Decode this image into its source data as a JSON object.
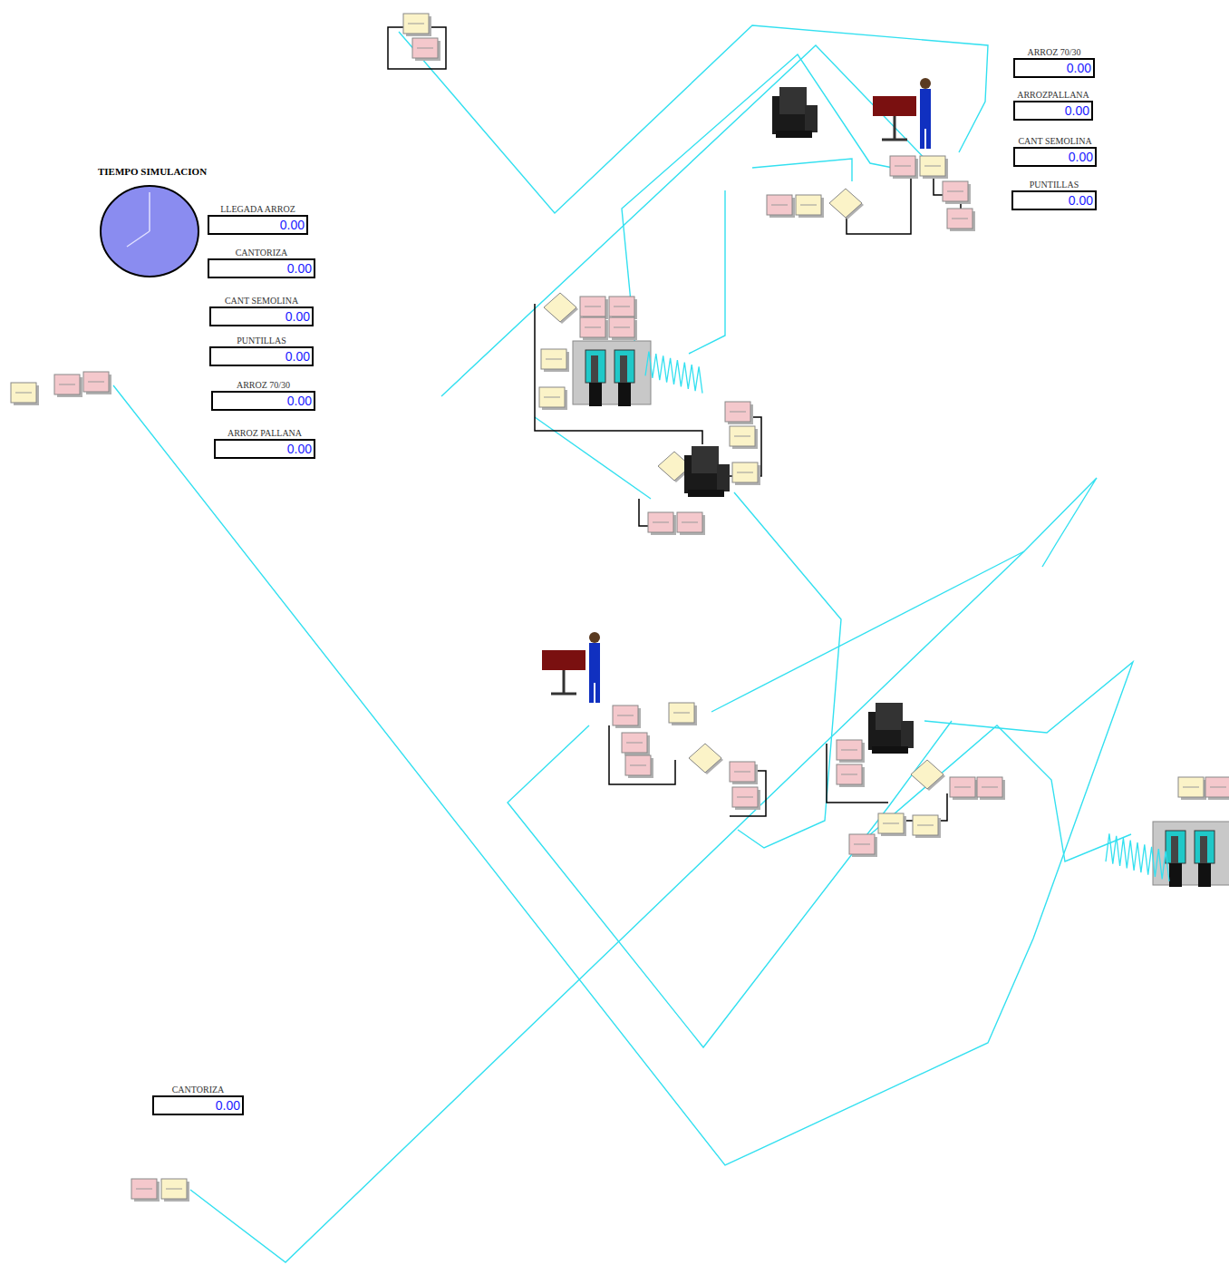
{
  "diagram": {
    "nodes": [
      {
        "text": [
          "LLEGADA ARROZ",
          "0.00"
        ]
      },
      {
        "text": [
          "CANTORIZA",
          "0.00"
        ]
      },
      {
        "text": [
          "CANT SEMOLINA",
          "0.00"
        ]
      },
      {
        "text": [
          "PUNTILLAS",
          "0.00"
        ]
      },
      {
        "text": [
          "ARROZ 70/30",
          "0.00"
        ]
      },
      {
        "text": [
          "ARROZ PALLANA",
          "0.00"
        ]
      },
      {
        "text": [
          "ARROZ 70/30",
          "0.00"
        ]
      },
      {
        "text": [
          "ARROZPALLANA",
          "0.00"
        ]
      },
      {
        "text": [
          "CANT SEMOLINA",
          "0.00"
        ]
      },
      {
        "text": [
          "PUNTILLAS",
          "0.00"
        ]
      },
      {
        "text": [
          "CANTORIZA",
          "0.00"
        ]
      }
    ],
    "labels": [
      "TIEMPO SIMULACION"
    ]
  }
}
